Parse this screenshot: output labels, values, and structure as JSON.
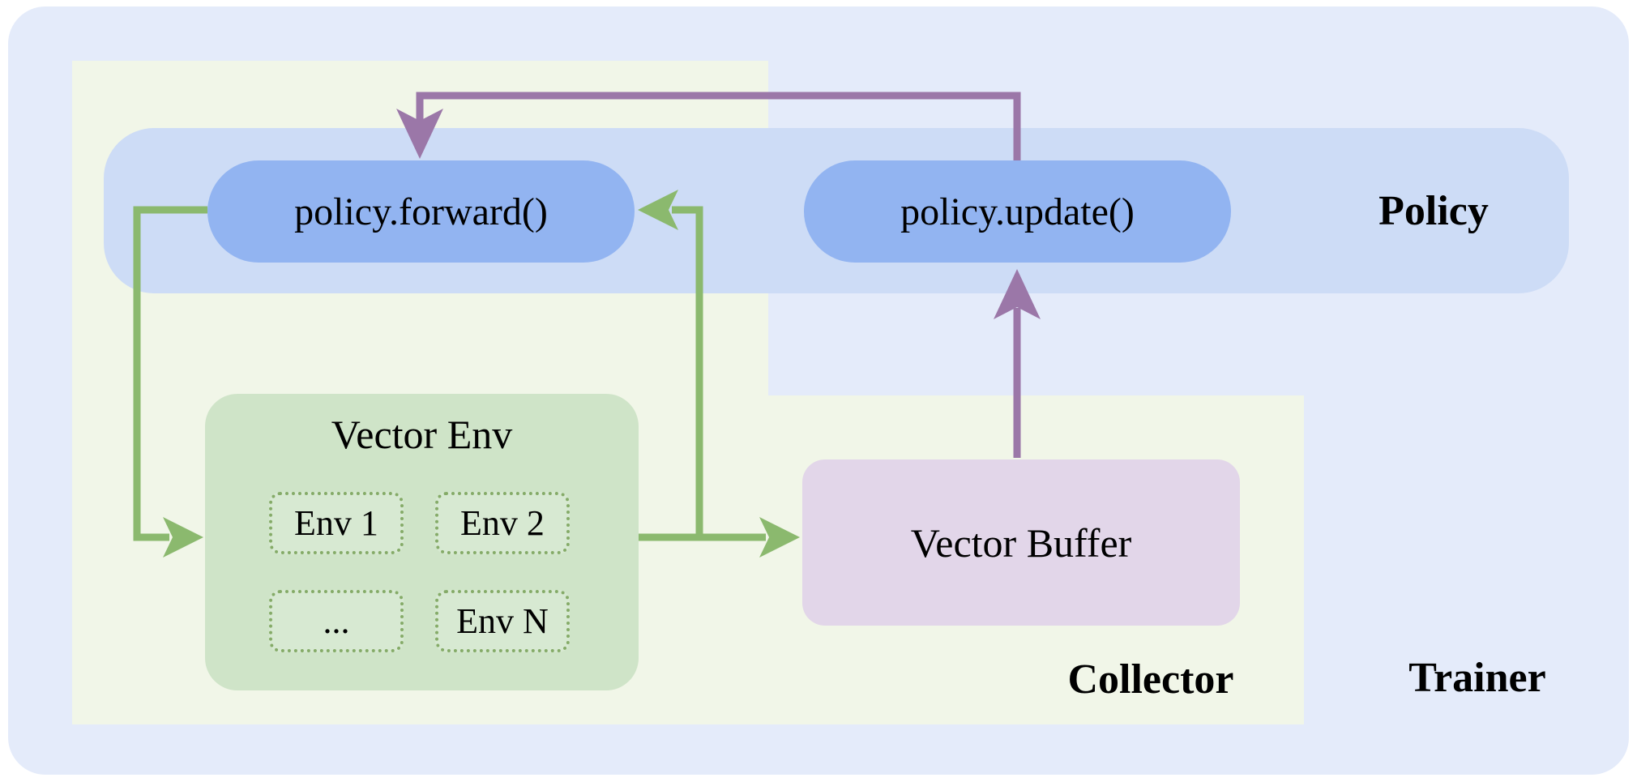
{
  "diagram": {
    "regions": {
      "trainer_label": "Trainer",
      "collector_label": "Collector",
      "policy_label": "Policy"
    },
    "nodes": {
      "policy_forward": "policy.forward()",
      "policy_update": "policy.update()",
      "vector_env_title": "Vector Env",
      "envs": [
        "Env 1",
        "Env 2",
        "...",
        "Env N"
      ],
      "vector_buffer": "Vector Buffer"
    },
    "colors": {
      "trainer_bg": "#e4ebfa",
      "collector_bg": "#f1f6e8",
      "policy_band_bg": "#cddcf6",
      "pill_bg": "#92b4f1",
      "vector_env_bg": "#cfe4c8",
      "env_border": "#85ab68",
      "vector_buffer_bg": "#e2d6e9",
      "arrow_green": "#8bb96e",
      "arrow_purple": "#9b77a8",
      "text_color": "#000000"
    }
  }
}
